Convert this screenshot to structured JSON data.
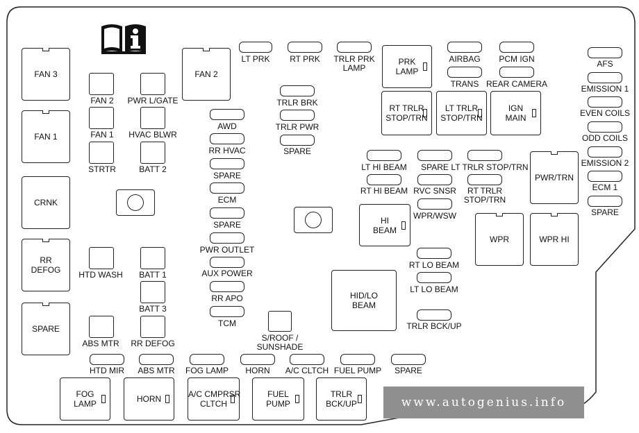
{
  "colors": {
    "outline": "#222222",
    "background": "#ffffff",
    "watermark_bg": "#8f8f8f",
    "watermark_text": "#ffffff"
  },
  "icons": {
    "manual": "book-info-icon"
  },
  "relays": {
    "fan3": "FAN 3",
    "fan1": "FAN 1",
    "crnk": "CRNK",
    "rr_defog": "RR\nDEFOG",
    "spare": "SPARE",
    "fan2": "FAN 2",
    "prk_lamp": "PRK\nLAMP",
    "rt_trlr_stop": "RT TRLR\nSTOP/TRN",
    "lt_trlr_stop": "LT TRLR\nSTOP/TRN",
    "ign_main": "IGN\nMAIN",
    "pwr_trn": "PWR/TRN",
    "hi_beam": "HI\nBEAM",
    "wpr": "WPR",
    "wpr_hi": "WPR HI",
    "hid_lo_beam": "HID/LO\nBEAM",
    "fog_lamp": "FOG\nLAMP",
    "horn": "HORN",
    "ac_cmprsr": "A/C CMPRSR\nCLTCH",
    "fuel_pump": "FUEL\nPUMP",
    "trlr_bckup": "TRLR\nBCK/UP"
  },
  "fuses": {
    "fan2": "FAN 2",
    "pwr_lgate": "PWR L/GATE",
    "fan1": "FAN 1",
    "hvac_blwr": "HVAC BLWR",
    "strtr": "STRTR",
    "batt2": "BATT 2",
    "htd_wash": "HTD WASH",
    "batt1": "BATT 1",
    "batt3": "BATT 3",
    "abs_mtr_upper": "ABS MTR",
    "rr_defog": "RR DEFOG",
    "lt_prk": "LT PRK",
    "rt_prk": "RT PRK",
    "trlr_prk_lamp": "TRLR PRK\nLAMP",
    "trlr_brk": "TRLR BRK",
    "trlr_pwr": "TRLR PWR",
    "spare_mid": "SPARE",
    "awd": "AWD",
    "rr_hvac": "RR HVAC",
    "spare_a": "SPARE",
    "ecm": "ECM",
    "spare_b": "SPARE",
    "pwr_outlet": "PWR OUTLET",
    "aux_power": "AUX POWER",
    "rr_apo": "RR APO",
    "tcm": "TCM",
    "sroof": "S/ROOF /\nSUNSHADE",
    "airbag": "AIRBAG",
    "trans": "TRANS",
    "pcm_ign": "PCM IGN",
    "rear_camera": "REAR CAMERA",
    "lt_hi_beam": "LT HI BEAM",
    "rt_hi_beam": "RT HI BEAM",
    "spare_c": "SPARE",
    "rvc_snsr": "RVC SNSR",
    "wpr_wsw": "WPR/WSW",
    "lt_trlr_stop": "LT TRLR STOP/TRN",
    "rt_trlr_stop": "RT TRLR\nSTOP/TRN",
    "rt_lo_beam": "RT LO BEAM",
    "lt_lo_beam": "LT LO BEAM",
    "trlr_bckup": "TRLR BCK/UP",
    "afs": "AFS",
    "emission1": "EMISSION 1",
    "even_coils": "EVEN COILS",
    "odd_coils": "ODD COILS",
    "emission2": "EMISSION 2",
    "ecm1": "ECM 1",
    "spare_r": "SPARE",
    "htd_mir": "HTD MIR",
    "abs_mtr_lower": "ABS MTR",
    "fog_lamp": "FOG LAMP",
    "horn": "HORN",
    "ac_cltch": "A/C CLTCH",
    "fuel_pump": "FUEL PUMP",
    "spare_bottom": "SPARE"
  },
  "watermark": "www.autogenius.info"
}
